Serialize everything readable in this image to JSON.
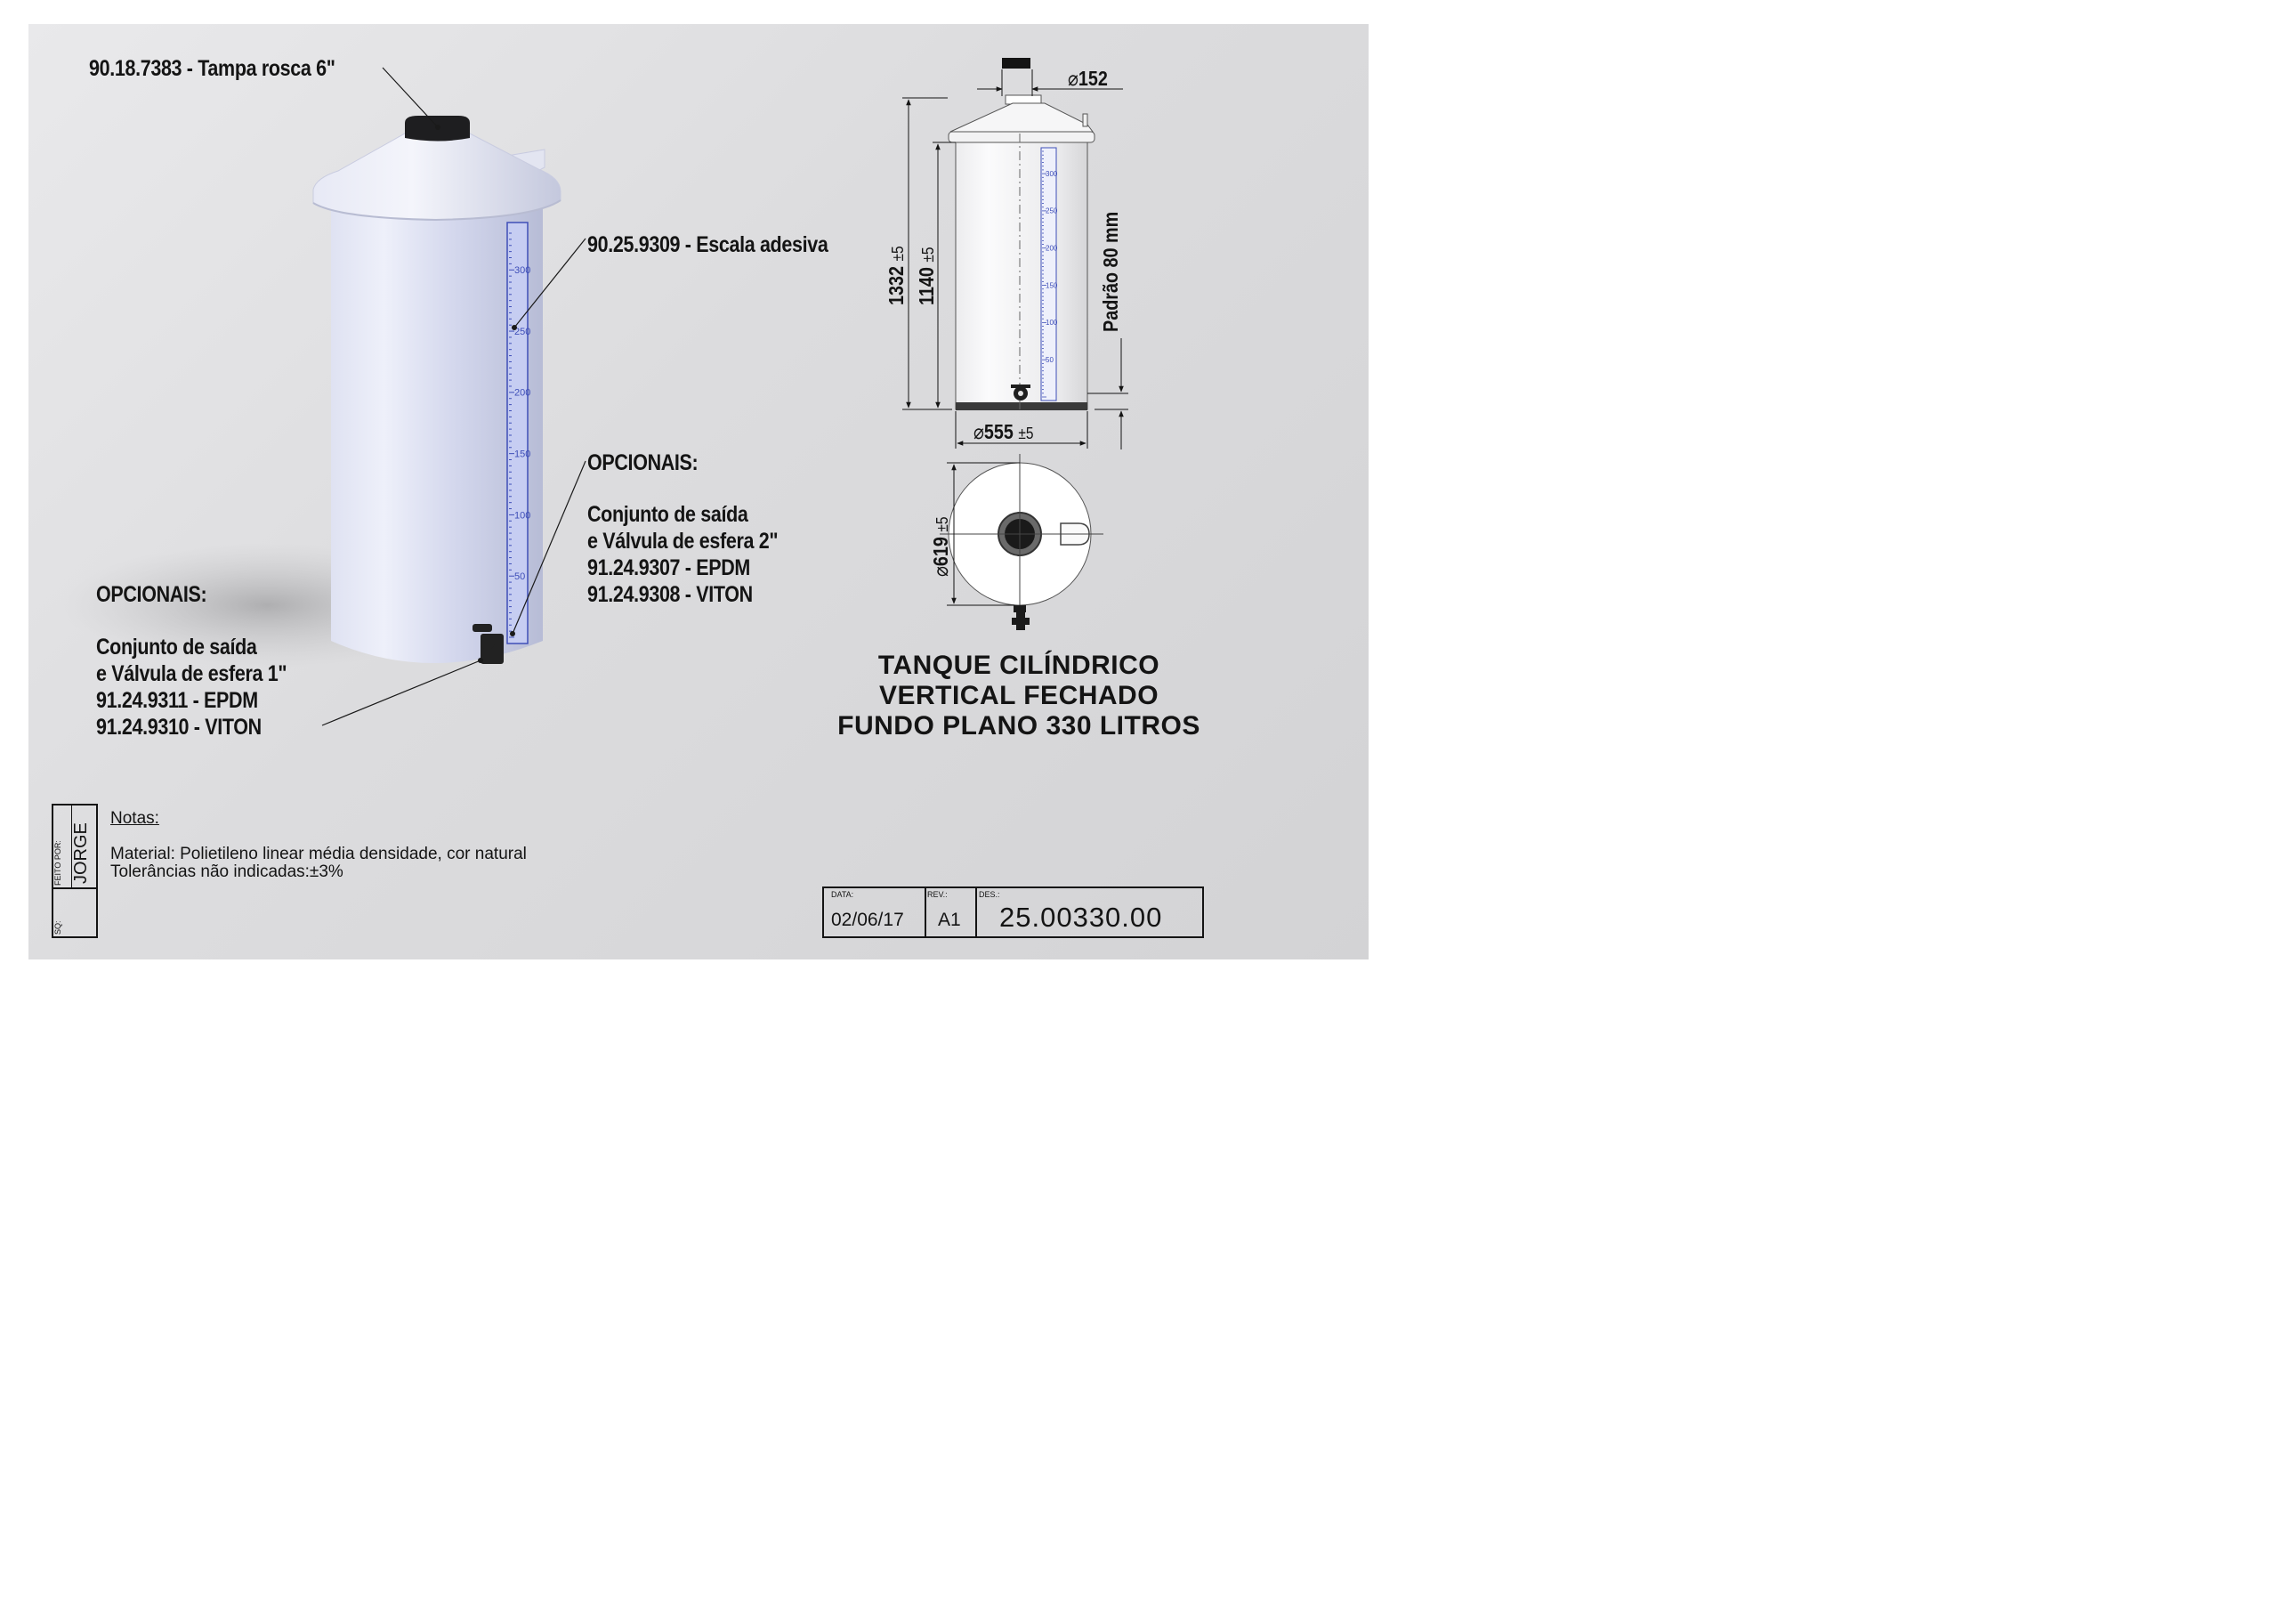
{
  "callouts": {
    "tampa": "90.18.7383 - Tampa rosca 6\"",
    "escala": "90.25.9309 - Escala adesiva",
    "opc_right": [
      "OPCIONAIS:",
      "",
      "Conjunto de saída",
      "e Válvula de esfera 2\"",
      "91.24.9307 - EPDM",
      "91.24.9308 - VITON"
    ],
    "opc_left": [
      "OPCIONAIS:",
      "",
      "Conjunto de saída",
      "e Válvula de esfera 1\"",
      "91.24.9311 - EPDM",
      "91.24.9310 - VITON"
    ]
  },
  "scale_ticks": [
    "300",
    "250",
    "200",
    "150",
    "100",
    "50"
  ],
  "dimensions": {
    "lid_dia": "152",
    "overall_height": "1332",
    "overall_height_tol": "±5",
    "body_height": "1140",
    "body_height_tol": "±5",
    "padrao": "Padrão 80 mm",
    "base_dia": "555",
    "base_dia_tol": "±5",
    "top_dia": "619",
    "top_dia_tol": "±5"
  },
  "title": [
    "TANQUE CILÍNDRICO",
    "VERTICAL FECHADO",
    "FUNDO PLANO 330 LITROS"
  ],
  "notes": {
    "heading": "Notas:",
    "line1": "Material: Polietileno linear média densidade, cor natural",
    "line2": "Tolerâncias não indicadas:±3%"
  },
  "side_block": {
    "feito_por_label": "FEITO POR:",
    "feito_por": "JORGE",
    "sq_label": "SQ:"
  },
  "title_block": {
    "data_label": "DATA:",
    "data": "02/06/17",
    "rev_label": "REV.:",
    "rev": "A1",
    "des_label": "DES.:",
    "des": "25.00330.00"
  }
}
